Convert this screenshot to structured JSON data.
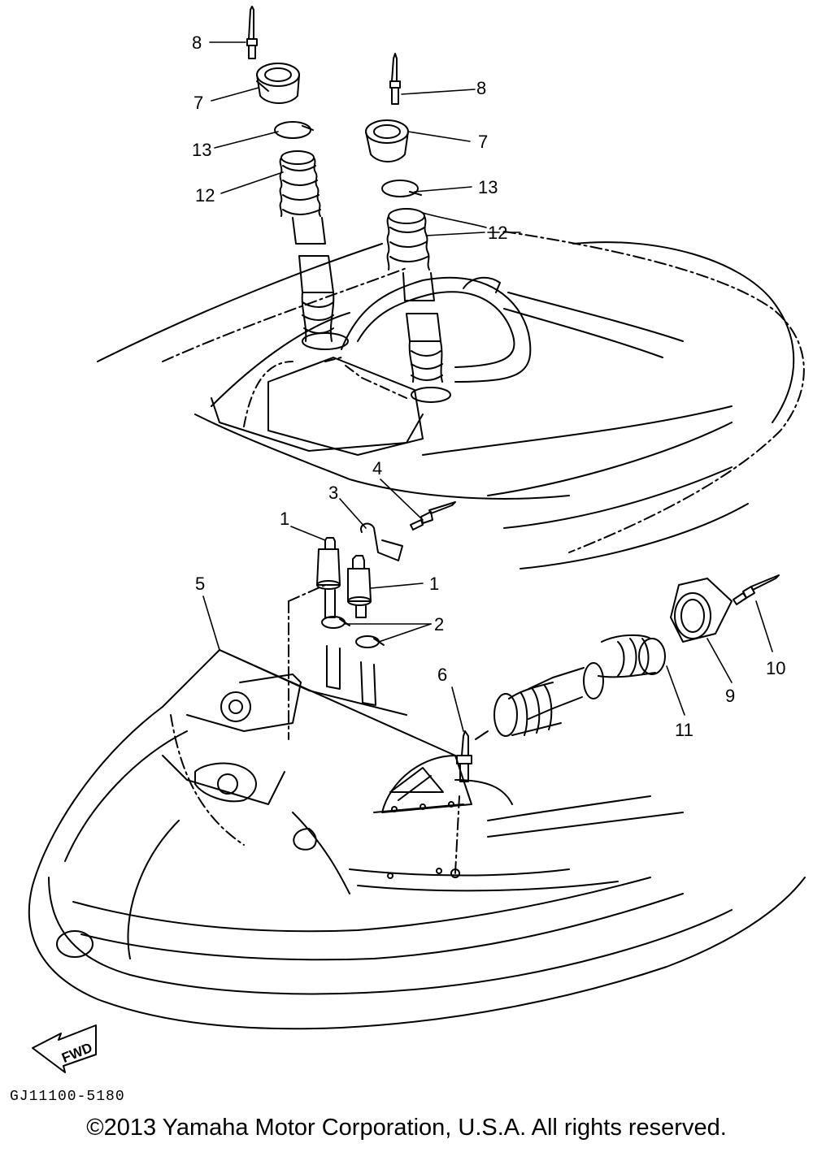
{
  "diagram": {
    "callouts": [
      "1",
      "1",
      "2",
      "3",
      "4",
      "5",
      "6",
      "7",
      "7",
      "8",
      "8",
      "9",
      "10",
      "11",
      "12",
      "12",
      "13",
      "13"
    ],
    "fwd_label": "FWD",
    "code": "GJ11100-5180"
  },
  "footer": {
    "copyright": "©2013 Yamaha Motor Corporation, U.S.A. All rights reserved."
  },
  "colors": {
    "ink": "#000000",
    "paper": "#ffffff"
  }
}
